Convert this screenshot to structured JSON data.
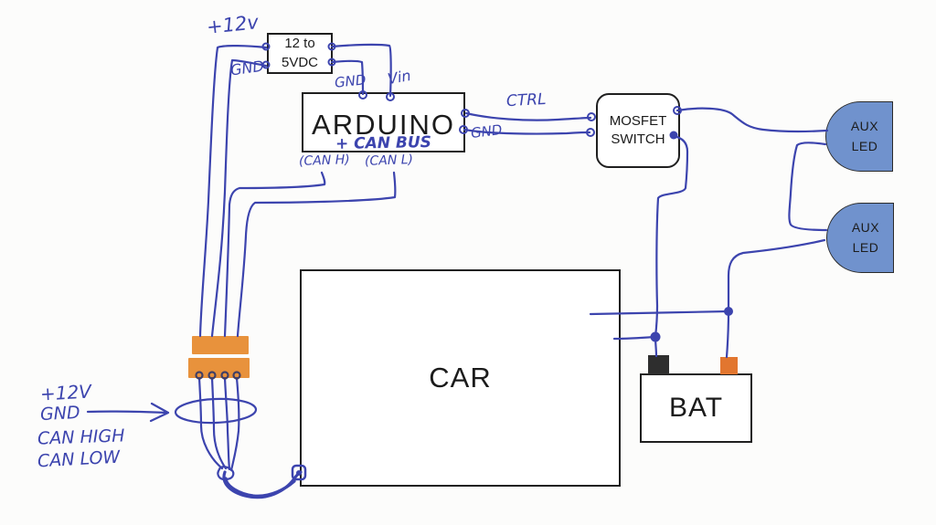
{
  "blocks": {
    "converter": {
      "line1": "12 to",
      "line2": "5VDC"
    },
    "arduino": {
      "label": "ARDUINO"
    },
    "mosfet": {
      "line1": "MOSFET",
      "line2": "SWITCH"
    },
    "car": {
      "label": "CAR"
    },
    "bat": {
      "label": "BAT"
    },
    "aux_led_top": {
      "line1": "AUX",
      "line2": "LED"
    },
    "aux_led_bottom": {
      "line1": "AUX",
      "line2": "LED"
    }
  },
  "labels": {
    "supply_12v_top": "+12v",
    "gnd_top": "GND",
    "arduino_gnd_pin": "GND",
    "arduino_vin_pin": "Vin",
    "ctrl_wire": "CTRL",
    "mosfet_gnd_wire": "GND",
    "can_bus": "+ CAN BUS",
    "can_h_pin": "(CAN H)",
    "can_l_pin": "(CAN L)",
    "harness_12v": "+12V",
    "harness_gnd": "GND",
    "harness_can_high": "CAN HIGH",
    "harness_can_low": "CAN LOW"
  },
  "colors": {
    "ink": "#3c44ae",
    "led_fill": "#7092cd",
    "connector_orange": "#e8923c",
    "terminal_black": "#2e2e2e",
    "terminal_orange": "#e2762f",
    "box_border": "#1f1f1f",
    "background": "#fcfcfb"
  }
}
